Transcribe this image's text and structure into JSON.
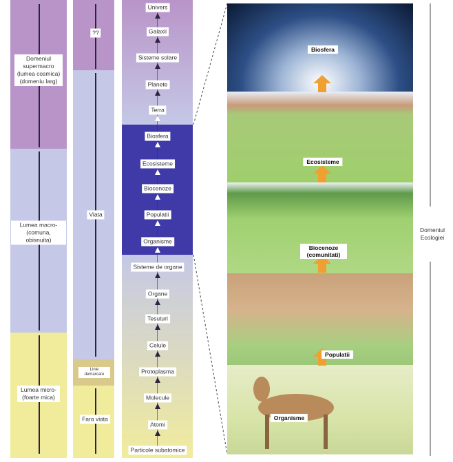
{
  "column1": {
    "supermacro": "Domeniul supermacro (lumea cosmica) (domeniu larg)",
    "macro": "Lumea macro- (comuna, obisnuita)",
    "micro": "Lumea micro- (foarte mica)"
  },
  "column2": {
    "unknown": "??",
    "life": "Viata",
    "boundary": "Linie demarcare",
    "nonlife": "Fara viata"
  },
  "column3": {
    "levels": [
      "Univers",
      "Galaxii",
      "Sisteme solare",
      "Planete",
      "Terra",
      "Biosfera",
      "Ecosisteme",
      "Biocenoze",
      "Populatii",
      "Organisme",
      "Sisteme de organe",
      "Organe",
      "Tesuturi",
      "Celule",
      "Protoplasma",
      "Molecule",
      "Atomi",
      "Particole subatomice"
    ]
  },
  "pictures": {
    "biosphere": "Biosfera",
    "ecosystems": "Ecosisteme",
    "biocenoses": "Biocenoze (comunitati)",
    "populations": "Populatii",
    "organisms": "Organisme"
  },
  "ecology_bracket": "Domeniul Ecologiei",
  "colors": {
    "purple": "#b994c8",
    "lightblue": "#c5c8e6",
    "yellow": "#f1ec9c",
    "darkblue": "#3f3aa8",
    "tan": "#d9c98a",
    "orange": "#f0a030"
  }
}
